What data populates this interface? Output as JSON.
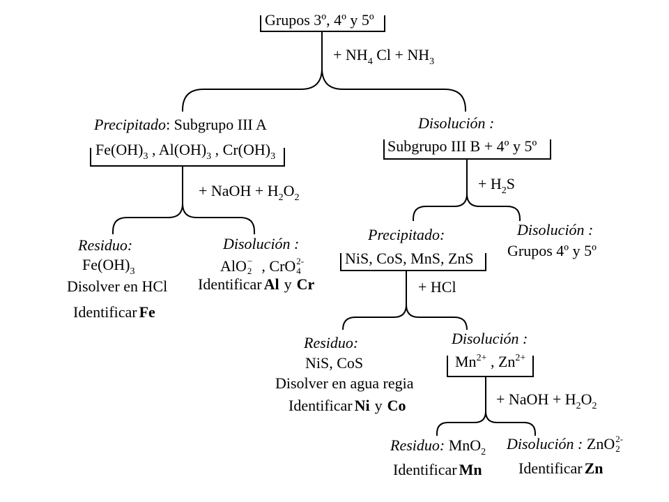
{
  "root": {
    "title": "Grupos 3º, 4º y 5º",
    "reagent": [
      "+ NH",
      "4",
      " Cl + NH",
      "3"
    ]
  },
  "subgroup_3a": {
    "label": "Precipitado",
    "label_rest": ": Subgrupo III A",
    "formula": [
      "Fe(OH)",
      "3",
      " , Al(OH)",
      "3",
      " , Cr(OH)",
      "3"
    ],
    "reagent": [
      "+ NaOH + H",
      "2",
      "O",
      "2"
    ],
    "residuo": {
      "label": "Residuo:",
      "formula": [
        "Fe(OH)",
        "3"
      ],
      "step": "Disolver en HCl",
      "identify": "Identificar",
      "element": "Fe"
    },
    "disolucion": {
      "label": "Disolución :",
      "formula": [
        "AlO",
        "−",
        "2",
        " , CrO",
        "2-",
        "4"
      ],
      "identify": "Identificar",
      "element_1": "Al",
      "connector": "y",
      "element_2": "Cr"
    }
  },
  "subgroup_3b": {
    "label": "Disolución :",
    "content": "Subgrupo III B + 4º y 5º",
    "reagent": [
      "+ H",
      "2",
      "S"
    ],
    "precipitado": {
      "label": "Precipitado:",
      "content": "NiS, CoS, MnS, ZnS",
      "reagent": "+ HCl",
      "residuo": {
        "label": "Residuo:",
        "formula": "NiS, CoS",
        "step": "Disolver en agua regia",
        "identify": "Identificar",
        "element_1": "Ni",
        "connector": "y",
        "element_2": "Co"
      },
      "disolucion": {
        "label": "Disolución :",
        "formula": [
          "Mn",
          "2+",
          " , Zn",
          "2+"
        ],
        "reagent": [
          "+ NaOH + H",
          "2",
          "O",
          "2"
        ],
        "residuo": {
          "label": "Residuo:",
          "formula": [
            " MnO",
            "2"
          ],
          "identify": "Identificar",
          "element": "Mn"
        },
        "disolucion": {
          "label": "Disolución :",
          "formula": [
            " ZnO",
            "2-",
            "2"
          ],
          "identify": "Identificar",
          "element": "Zn"
        }
      }
    },
    "disolucion": {
      "label": "Disolución :",
      "content": "Grupos 4º y 5º"
    }
  }
}
